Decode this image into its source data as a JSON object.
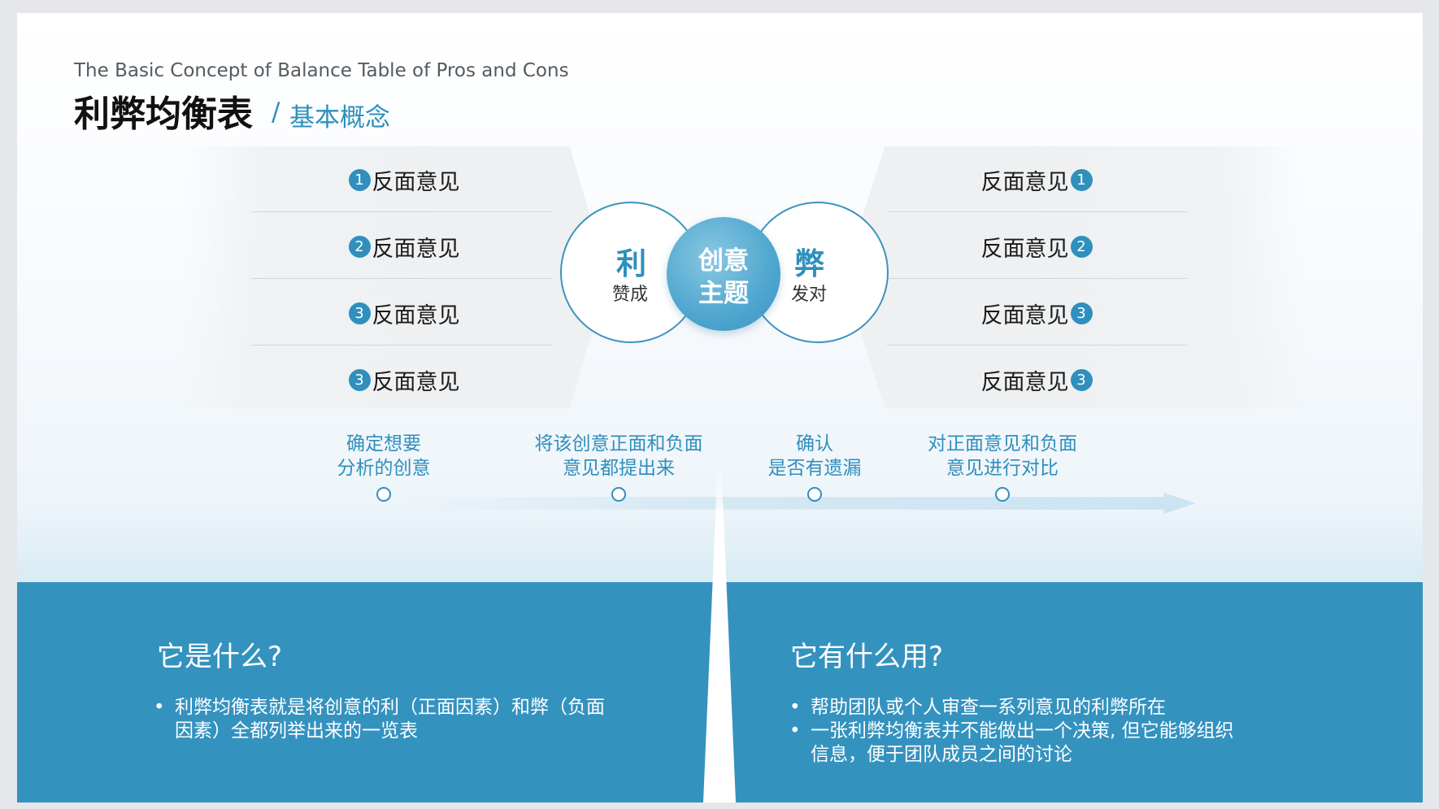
{
  "header": {
    "subtitle": "The Basic Concept of Balance Table of Pros and Cons",
    "title": "利弊均衡表",
    "separator": "/",
    "title_sub": "基本概念"
  },
  "pros": {
    "rows": [
      {
        "num": "1",
        "label": "反面意见"
      },
      {
        "num": "2",
        "label": "反面意见"
      },
      {
        "num": "3",
        "label": "反面意见"
      },
      {
        "num": "3",
        "label": "反面意见"
      }
    ]
  },
  "cons": {
    "rows": [
      {
        "num": "1",
        "label": "反面意见"
      },
      {
        "num": "2",
        "label": "反面意见"
      },
      {
        "num": "3",
        "label": "反面意见"
      },
      {
        "num": "3",
        "label": "反面意见"
      }
    ]
  },
  "center": {
    "left_big": "利",
    "left_small": "赞成",
    "center_line1": "创意",
    "center_line2": "主题",
    "right_big": "弊",
    "right_small": "发对"
  },
  "steps": [
    {
      "line1": "确定想要",
      "line2": "分析的创意"
    },
    {
      "line1": "将该创意正面和负面",
      "line2": "意见都提出来"
    },
    {
      "line1": "确认",
      "line2": "是否有遗漏"
    },
    {
      "line1": "对正面意见和负面",
      "line2": "意见进行对比"
    }
  ],
  "what_is": {
    "title": "它是什么?",
    "bullets": [
      "利弊均衡表就是将创意的利（正面因素）和弊（负面",
      "因素）全都列举出来的一览表"
    ]
  },
  "use": {
    "title": "它有什么用?",
    "bullets": [
      "帮助团队或个人审查一系列意见的利弊所在",
      "一张利弊均衡表并不能做出一个决策, 但它能够组织",
      "信息，便于团队成员之间的讨论"
    ]
  },
  "colors": {
    "accent": "#2f8fbd",
    "bottom_panel": "#3492bf",
    "panel_gray": "#eef0f2"
  }
}
